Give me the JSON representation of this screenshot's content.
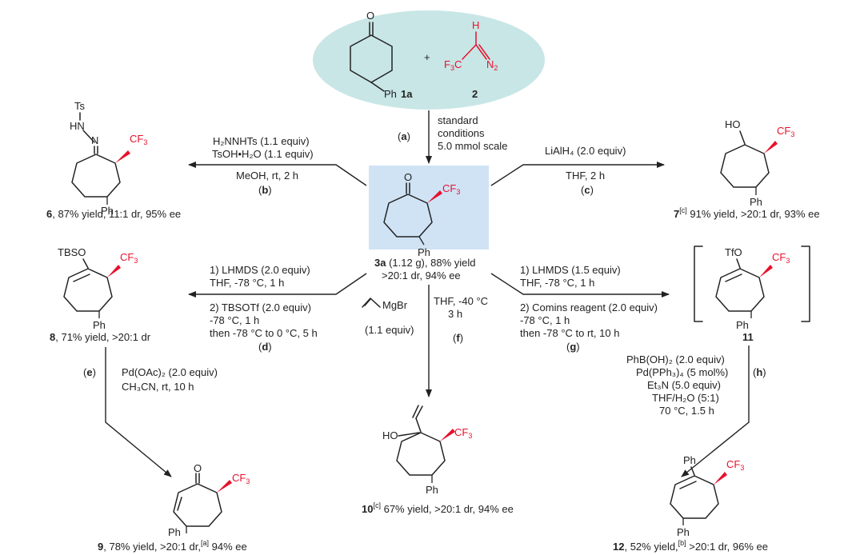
{
  "labels": {
    "start_ketone": "1a",
    "diazo": "2",
    "plus": "+",
    "product_main": "3a",
    "p6": "6",
    "p7": "7",
    "p8": "8",
    "p9": "9",
    "p10": "10",
    "p11": "11",
    "p12": "12"
  },
  "atoms": {
    "O": "O",
    "H": "H",
    "N2": "N",
    "N2sub": "2",
    "F3C": "F",
    "F3Csub": "3",
    "C": "C",
    "CF": "CF",
    "CFsub": "3",
    "Ph": "Ph",
    "Ts": "Ts",
    "HN": "HN",
    "N": "N",
    "HO": "HO",
    "TBSO": "TBSO",
    "TfO": "TfO",
    "MgBr": "MgBr"
  },
  "conditions": {
    "a_label": "a",
    "a_line1": "standard",
    "a_line2": "conditions",
    "a_line3": "5.0 mmol scale",
    "b_line1": "H₂NNHTs (1.1 equiv)",
    "b_line2": "TsOH•H₂O (1.1 equiv)",
    "b_line3": "MeOH, rt, 2 h",
    "b_label": "b",
    "c_line1": "LiAlH₄ (2.0 equiv)",
    "c_line2": "THF, 2 h",
    "c_label": "c",
    "d_line1": "1) LHMDS (2.0 equiv)",
    "d_line2": "THF, -78 °C, 1 h",
    "d_line3": "2) TBSOTf (2.0 equiv)",
    "d_line4": "-78 °C, 1 h",
    "d_line5": "then -78 °C to 0 °C, 5 h",
    "d_label": "d",
    "e_label": "e",
    "e_line1": "Pd(OAc)₂ (2.0 equiv)",
    "e_line2": "CH₃CN, rt, 10 h",
    "f_reagent_amt": "(1.1 equiv)",
    "f_line1": "THF, -40 °C",
    "f_line2": "3 h",
    "f_label": "f",
    "g_line1": "1) LHMDS (1.5 equiv)",
    "g_line2": "THF, -78 °C, 1 h",
    "g_line3": "2) Comins reagent (2.0 equiv)",
    "g_line4": "-78 °C, 1 h",
    "g_line5": "then -78 °C to rt, 10 h",
    "g_label": "g",
    "h_line1": "PhB(OH)₂ (2.0 equiv)",
    "h_line2": "Pd(PPh₃)₄ (5 mol%)",
    "h_line3": "Et₃N (5.0 equiv)",
    "h_line4": "THF/H₂O (5:1)",
    "h_line5": "70 °C, 1.5 h",
    "h_label": "h"
  },
  "results": {
    "r3a_line1": " (1.12 g), 88% yield",
    "r3a_line2": ">20:1 dr, 94% ee",
    "r6": ", 87% yield, 11:1 dr, 95% ee",
    "r7_sup": "[c]",
    "r7": " 91% yield, >20:1 dr, 93% ee",
    "r8": ", 71% yield, >20:1 dr",
    "r9": ", 78% yield, >20:1 dr,",
    "r9_sup": "[a]",
    "r9_tail": " 94% ee",
    "r10_sup": "[c]",
    "r10": " 67% yield, >20:1 dr, 94% ee",
    "r12": ", 52% yield,",
    "r12_sup": "[b]",
    "r12_tail": " >20:1 dr, 96% ee"
  },
  "colors": {
    "accent_red": "#e8112d",
    "start_ellipse": "#c8e6e6",
    "product_box": "#cfe3f5",
    "ink": "#222222"
  }
}
